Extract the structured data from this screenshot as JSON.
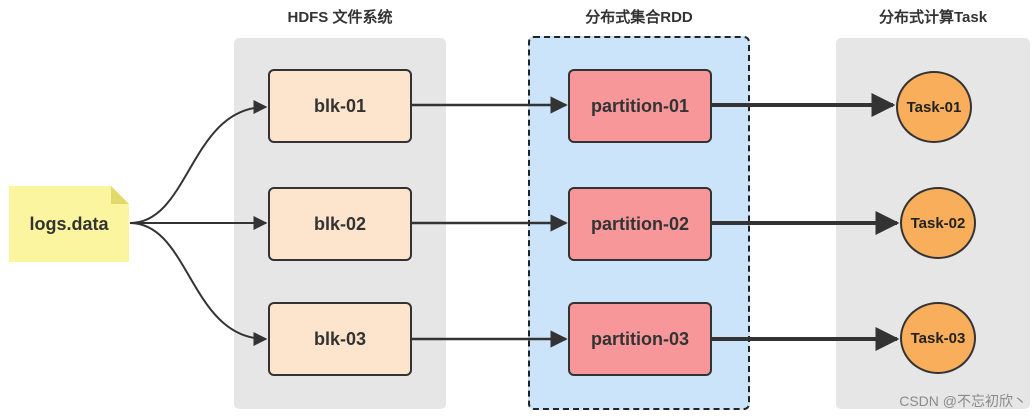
{
  "columns": {
    "hdfs": "HDFS 文件系统",
    "rdd": "分布式集合RDD",
    "task": "分布式计算Task"
  },
  "source": {
    "label": "logs.data"
  },
  "blocks": [
    "blk-01",
    "blk-02",
    "blk-03"
  ],
  "partitions": [
    "partition-01",
    "partition-02",
    "partition-03"
  ],
  "tasks": [
    "Task-01",
    "Task-02",
    "Task-03"
  ],
  "watermark": "CSDN @不忘初欣丶",
  "colors": {
    "hdfs_panel": "#e6e6e6",
    "rdd_panel": "#cce4fa",
    "block_fill": "#fde4cc",
    "partition_fill": "#f7979a",
    "task_fill": "#f9ae5b",
    "note_fill": "#fbf5a0"
  }
}
